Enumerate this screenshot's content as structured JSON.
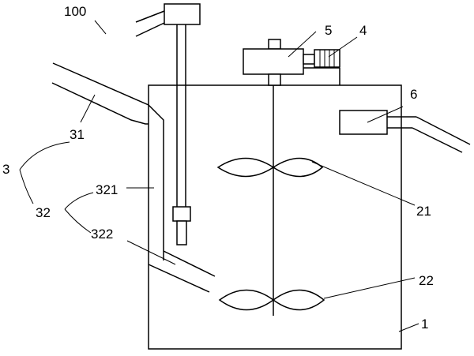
{
  "labels": {
    "figure_ref": "100",
    "tank": "1",
    "upper_impeller": "21",
    "lower_impeller": "22",
    "feed_assembly": "3",
    "feed_pipe": "31",
    "inlet_group": "32",
    "inlet_branch_upper": "321",
    "inlet_branch_lower": "322",
    "motor": "4",
    "gearbox": "5",
    "side_unit": "6"
  }
}
